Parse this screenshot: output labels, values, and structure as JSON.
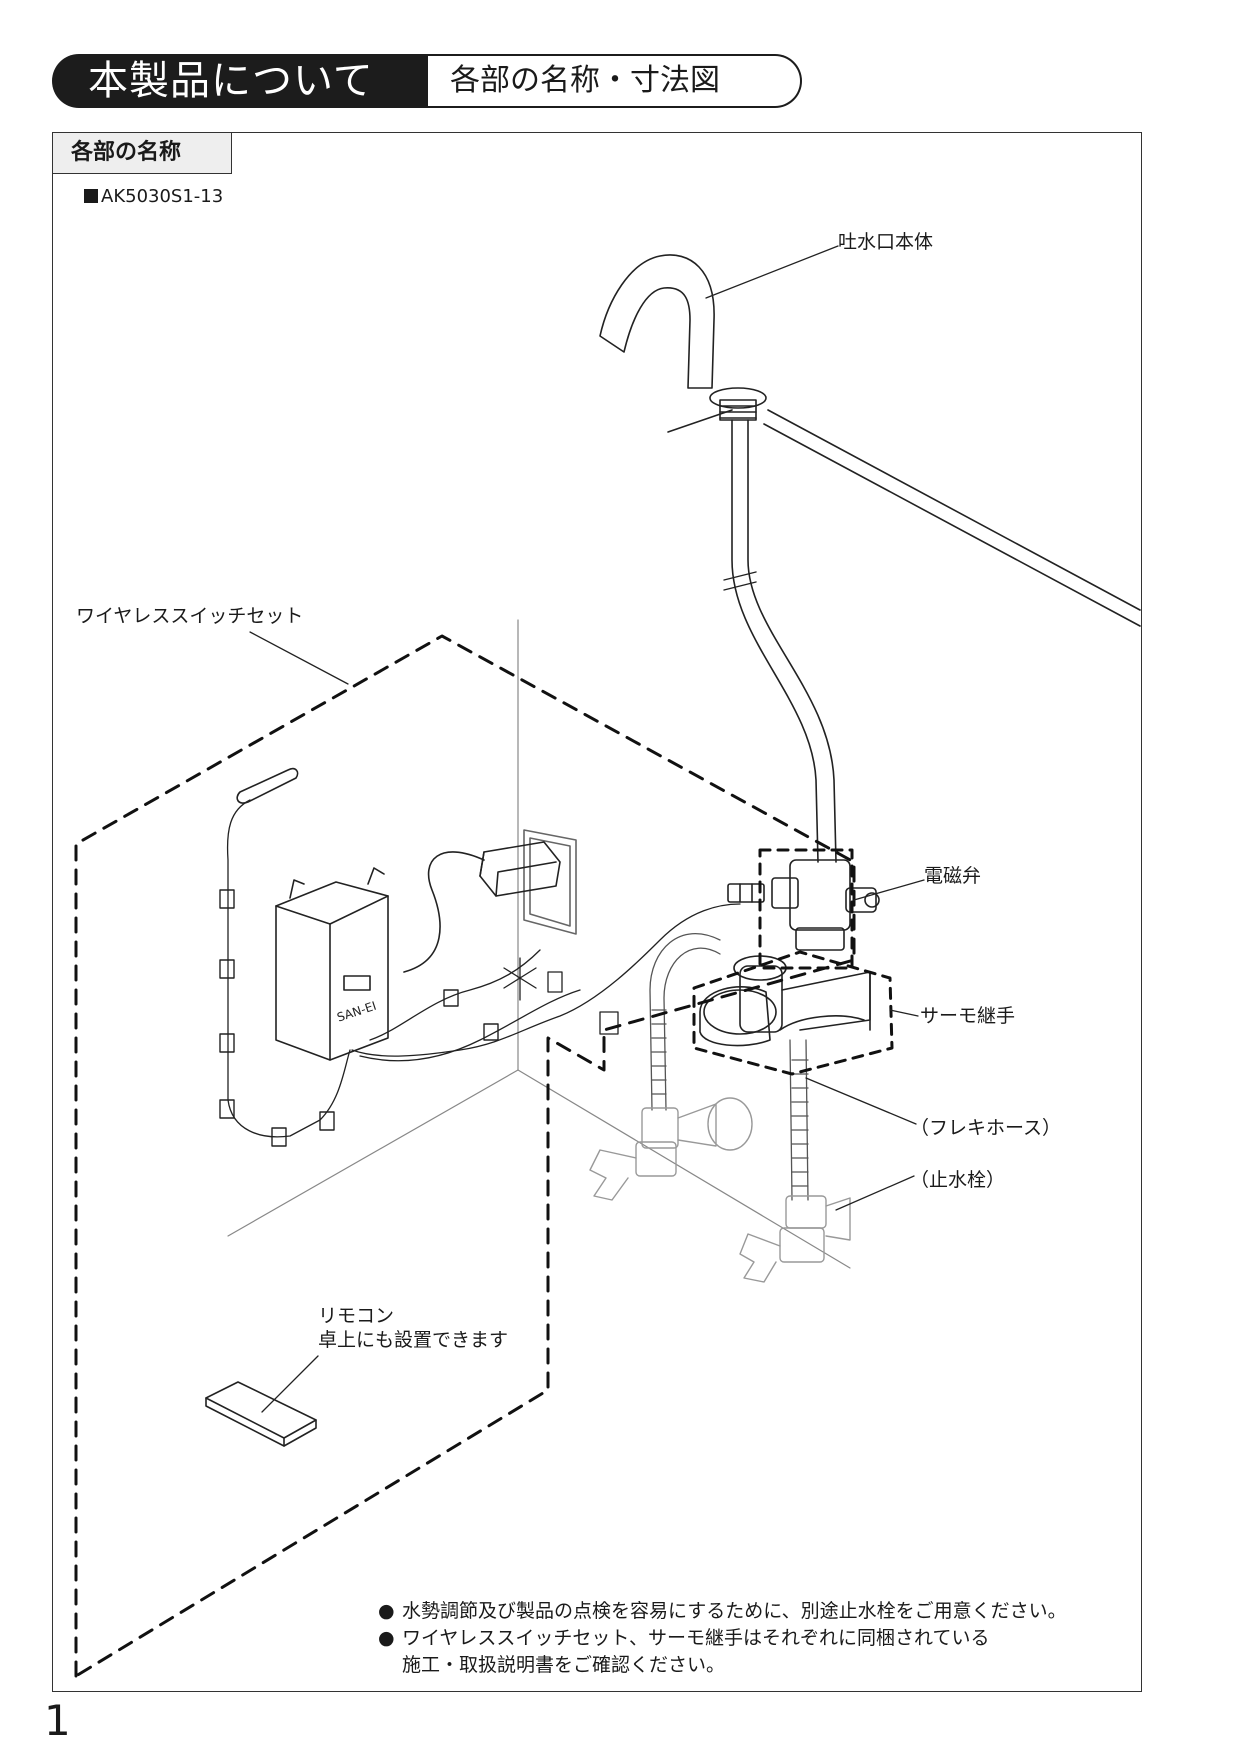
{
  "header": {
    "title": "本製品について",
    "subtitle": "各部の名称・寸法図"
  },
  "section": {
    "tab_label": "各部の名称",
    "model": "AK5030S1-13"
  },
  "labels": {
    "spout_body": "吐水口本体",
    "wireless_switch_set": "ワイヤレススイッチセット",
    "solenoid_valve": "電磁弁",
    "thermo_joint": "サーモ継手",
    "flexible_hose": "（フレキホース）",
    "stop_valve": "（止水栓）",
    "remote_line1": "リモコン",
    "remote_line2": "卓上にも設置できます"
  },
  "product_marks": {
    "unit_brand": "SAN-EI"
  },
  "notes": [
    {
      "bullet": "●",
      "text": "水勢調節及び製品の点検を容易にするために、別途止水栓をご用意ください。"
    },
    {
      "bullet": "●",
      "text": "ワイヤレススイッチセット、サーモ継手はそれぞれに同梱されている"
    },
    {
      "bullet": "",
      "text": "施工・取扱説明書をご確認ください。"
    }
  ],
  "page_number": "1"
}
